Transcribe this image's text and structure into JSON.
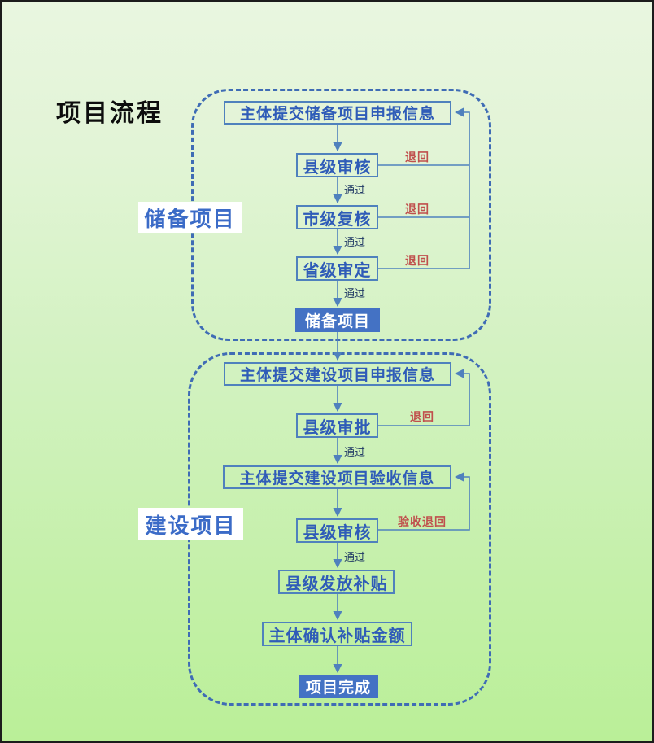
{
  "page": {
    "title": "项目流程"
  },
  "colors": {
    "background_top": "#e9f6e0",
    "background_bottom": "#baef98",
    "box_border": "#4f81bd",
    "box_text": "#2f5cb8",
    "filled_box_bg": "#4472c4",
    "filled_box_text": "#ffffff",
    "dashed_container_border": "#3f6cb5",
    "pass_label_color": "#1f3864",
    "return_label_color": "#c0504d",
    "title_color": "#0d0d0d"
  },
  "sections": [
    {
      "label": "储备项目",
      "nodes": [
        {
          "id": "submit-reserve-info",
          "label": "主体提交储备项目申报信息",
          "type": "process"
        },
        {
          "id": "county-review",
          "label": "县级审核",
          "type": "process"
        },
        {
          "id": "city-recheck",
          "label": "市级复核",
          "type": "process"
        },
        {
          "id": "province-approval",
          "label": "省级审定",
          "type": "process"
        },
        {
          "id": "reserve-project",
          "label": "储备项目",
          "type": "terminal"
        }
      ],
      "edge_labels": {
        "pass": "通过",
        "return": "退回"
      }
    },
    {
      "label": "建设项目",
      "nodes": [
        {
          "id": "submit-construction-info",
          "label": "主体提交建设项目申报信息",
          "type": "process"
        },
        {
          "id": "county-approve",
          "label": "县级审批",
          "type": "process"
        },
        {
          "id": "submit-acceptance-info",
          "label": "主体提交建设项目验收信息",
          "type": "process"
        },
        {
          "id": "county-review-2",
          "label": "县级审核",
          "type": "process"
        },
        {
          "id": "county-issue-subsidy",
          "label": "县级发放补贴",
          "type": "process"
        },
        {
          "id": "confirm-subsidy-amount",
          "label": "主体确认补贴金额",
          "type": "process"
        },
        {
          "id": "project-complete",
          "label": "项目完成",
          "type": "terminal"
        }
      ],
      "edge_labels": {
        "pass": "通过",
        "return": "退回",
        "acceptance_return": "验收退回"
      }
    }
  ]
}
